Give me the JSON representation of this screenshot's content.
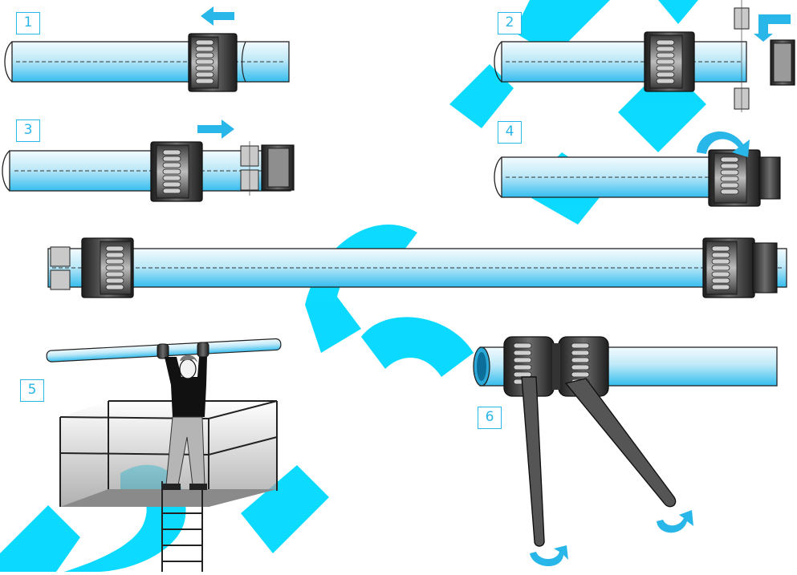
{
  "steps": [
    {
      "label": "1"
    },
    {
      "label": "2"
    },
    {
      "label": "3"
    },
    {
      "label": "4"
    },
    {
      "label": "5"
    },
    {
      "label": "6"
    }
  ],
  "icons": [
    "arrow-left-icon",
    "arrow-down-right-angle-icon",
    "arrow-right-icon",
    "rotate-arrow-icon",
    "rotate-arrow-icon",
    "rotate-arrow-icon"
  ],
  "colors": {
    "pipe_light": "#d6f1fb",
    "pipe_dark": "#3cc0ee",
    "accent": "#29b6e8",
    "fitting_dark": "#2a2a2a",
    "fitting_light": "#9a9a9a",
    "watermark": "#00d8ff"
  }
}
